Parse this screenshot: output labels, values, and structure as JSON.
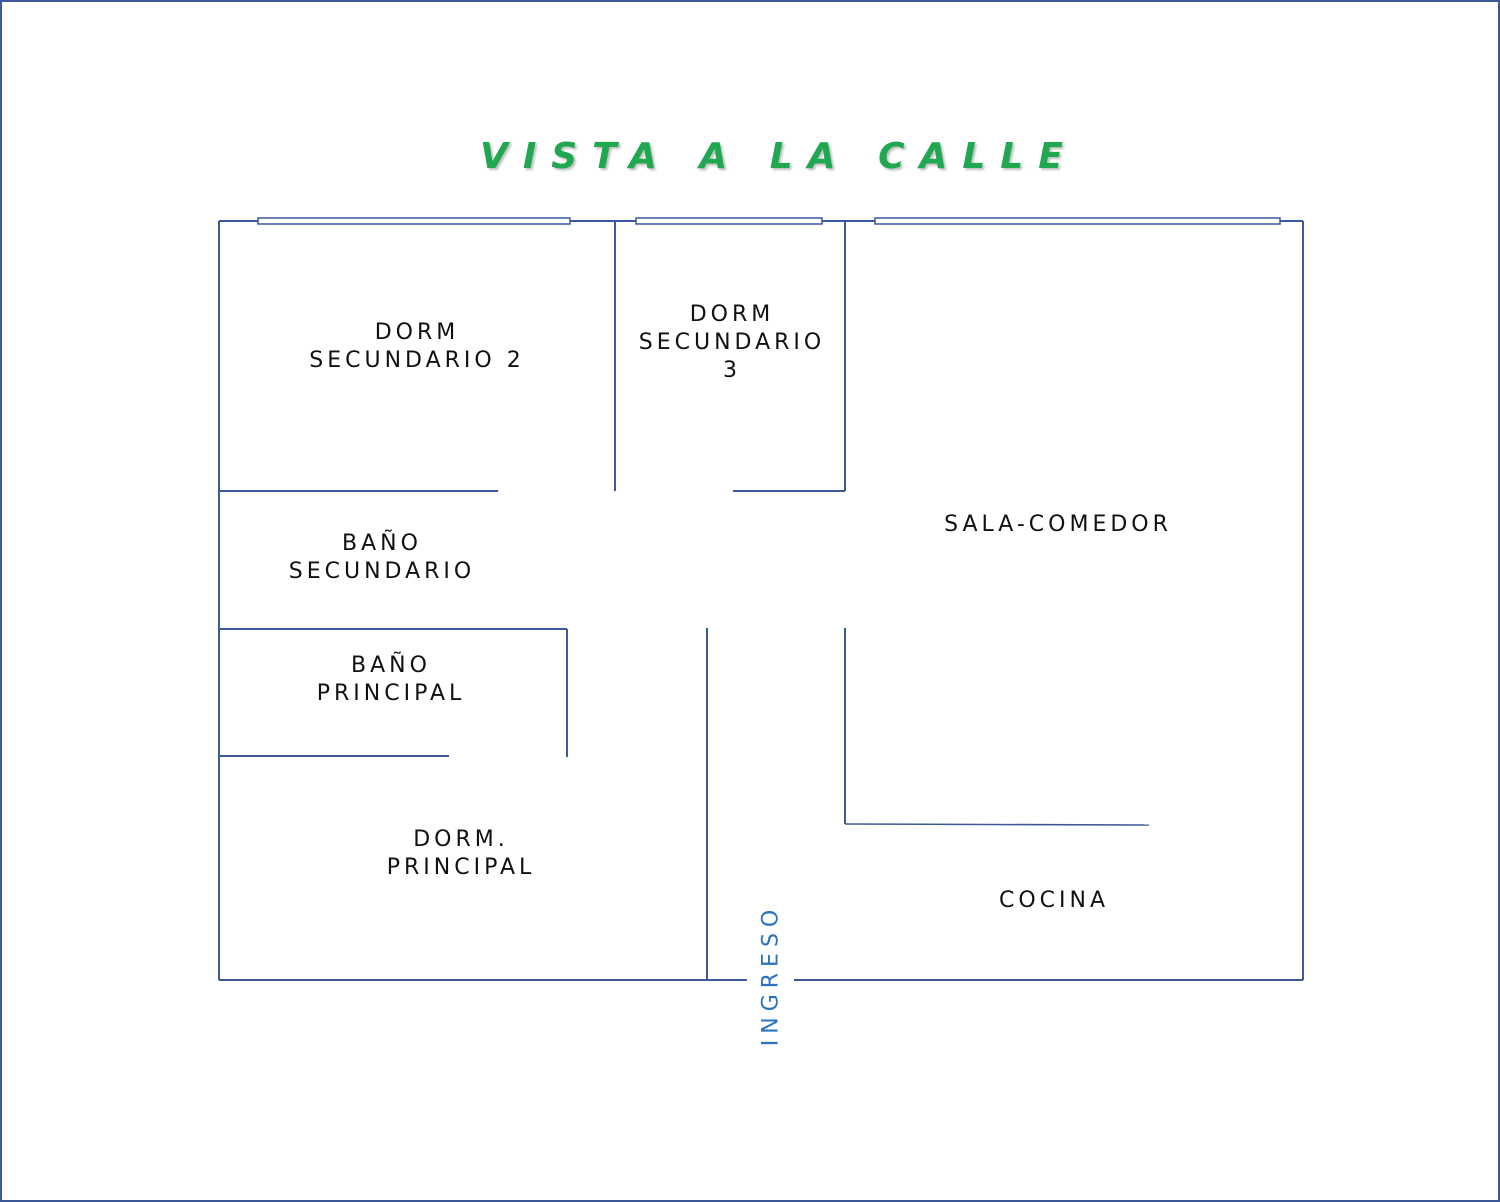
{
  "title": "VISTA A LA CALLE",
  "colors": {
    "title": "#1fa84f",
    "walls": "#3b5998",
    "label": "#111111",
    "entry": "#2b72c2",
    "frame": "#3b5998"
  },
  "rooms": {
    "dorm_secundario_2": "DORM\nSECUNDARIO 2",
    "dorm_secundario_3": "DORM\nSECUNDARIO\n3",
    "sala_comedor": "SALA-COMEDOR",
    "bano_secundario": "BAÑO\nSECUNDARIO",
    "bano_principal": "BAÑO\nPRINCIPAL",
    "dorm_principal": "DORM.\nPRINCIPAL",
    "cocina": "COCINA"
  },
  "entry": "INGRESO"
}
